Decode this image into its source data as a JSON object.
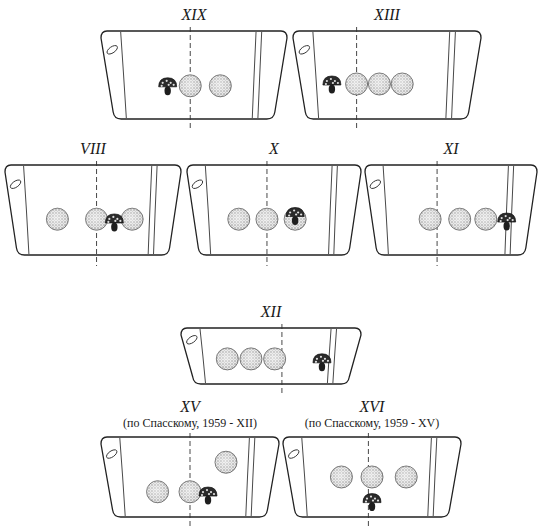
{
  "diagram": {
    "nodes": [
      {
        "text": [
          "XIX"
        ]
      },
      {
        "text": [
          "XIII"
        ]
      },
      {
        "text": [
          "VIII"
        ]
      },
      {
        "text": [
          "X"
        ]
      },
      {
        "text": [
          "XI"
        ]
      },
      {
        "text": [
          "XII"
        ]
      },
      {
        "text": [
          "XV",
          "(по Спасскому, 1959 - XII)"
        ]
      },
      {
        "text": [
          "XVI",
          "(по Спасскому, 1959 - XV)"
        ]
      }
    ]
  }
}
